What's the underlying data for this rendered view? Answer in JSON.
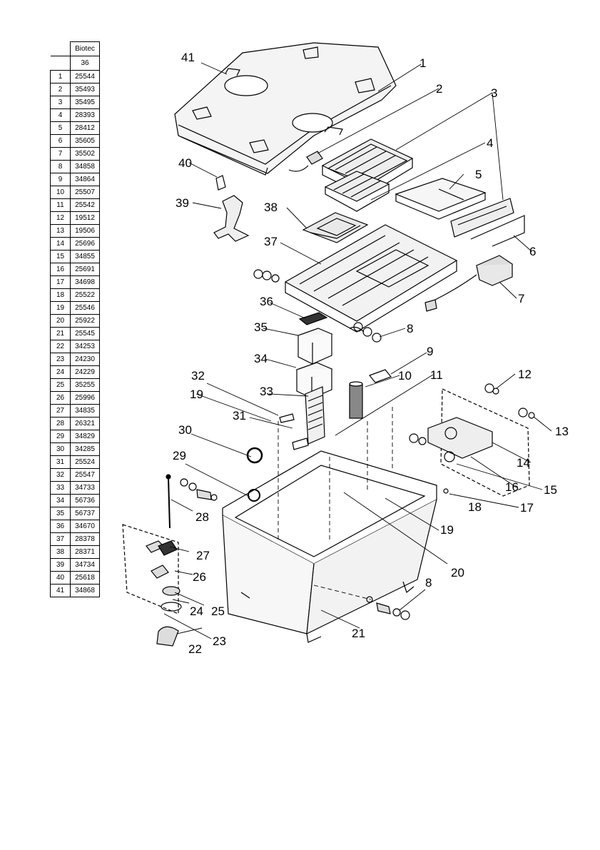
{
  "table": {
    "header_top": "Biotec",
    "header_bottom": "36",
    "rows": [
      {
        "num": "1",
        "code": "25544"
      },
      {
        "num": "2",
        "code": "35493"
      },
      {
        "num": "3",
        "code": "35495"
      },
      {
        "num": "4",
        "code": "28393"
      },
      {
        "num": "5",
        "code": "28412"
      },
      {
        "num": "6",
        "code": "35605"
      },
      {
        "num": "7",
        "code": "35502"
      },
      {
        "num": "8",
        "code": "34858"
      },
      {
        "num": "9",
        "code": "34864"
      },
      {
        "num": "10",
        "code": "25507"
      },
      {
        "num": "11",
        "code": "25542"
      },
      {
        "num": "12",
        "code": "19512"
      },
      {
        "num": "13",
        "code": "19506"
      },
      {
        "num": "14",
        "code": "25696"
      },
      {
        "num": "15",
        "code": "34855"
      },
      {
        "num": "16",
        "code": "25691"
      },
      {
        "num": "17",
        "code": "34698"
      },
      {
        "num": "18",
        "code": "25522"
      },
      {
        "num": "19",
        "code": "25546"
      },
      {
        "num": "20",
        "code": "25922"
      },
      {
        "num": "21",
        "code": "25545"
      },
      {
        "num": "22",
        "code": "34253"
      },
      {
        "num": "23",
        "code": "24230"
      },
      {
        "num": "24",
        "code": "24229"
      },
      {
        "num": "25",
        "code": "35255"
      },
      {
        "num": "26",
        "code": "25996"
      },
      {
        "num": "27",
        "code": "34835"
      },
      {
        "num": "28",
        "code": "26321"
      },
      {
        "num": "29",
        "code": "34829"
      },
      {
        "num": "30",
        "code": "34285"
      },
      {
        "num": "31",
        "code": "25524"
      },
      {
        "num": "32",
        "code": "25547"
      },
      {
        "num": "33",
        "code": "34733"
      },
      {
        "num": "34",
        "code": "56736"
      },
      {
        "num": "35",
        "code": "56737"
      },
      {
        "num": "36",
        "code": "34670"
      },
      {
        "num": "37",
        "code": "28378"
      },
      {
        "num": "38",
        "code": "28371"
      },
      {
        "num": "39",
        "code": "34734"
      },
      {
        "num": "40",
        "code": "25618"
      },
      {
        "num": "41",
        "code": "34868"
      }
    ]
  },
  "callouts": [
    "1",
    "2",
    "3",
    "4",
    "5",
    "6",
    "7",
    "8",
    "9",
    "10",
    "11",
    "12",
    "13",
    "14",
    "15",
    "16",
    "17",
    "18",
    "19",
    "20",
    "21",
    "22",
    "23",
    "24",
    "25",
    "26",
    "27",
    "28",
    "29",
    "30",
    "31",
    "32",
    "33",
    "34",
    "35",
    "36",
    "37",
    "38",
    "39",
    "40",
    "41",
    "8b",
    "19b"
  ],
  "callout_text": {
    "c1": "1",
    "c2": "2",
    "c3": "3",
    "c4": "4",
    "c5": "5",
    "c6": "6",
    "c7": "7",
    "c8": "8",
    "c8b": "8",
    "c9": "9",
    "c10": "10",
    "c11": "11",
    "c12": "12",
    "c13": "13",
    "c14": "14",
    "c15": "15",
    "c16": "16",
    "c17": "17",
    "c18": "18",
    "c19": "19",
    "c19b": "19",
    "c20": "20",
    "c21": "21",
    "c22": "22",
    "c23": "23",
    "c24": "24",
    "c25": "25",
    "c26": "26",
    "c27": "27",
    "c28": "28",
    "c29": "29",
    "c30": "30",
    "c31": "31",
    "c32": "32",
    "c33": "33",
    "c34": "34",
    "c35": "35",
    "c36": "36",
    "c37": "37",
    "c38": "38",
    "c39": "39",
    "c40": "40",
    "c41": "41"
  }
}
